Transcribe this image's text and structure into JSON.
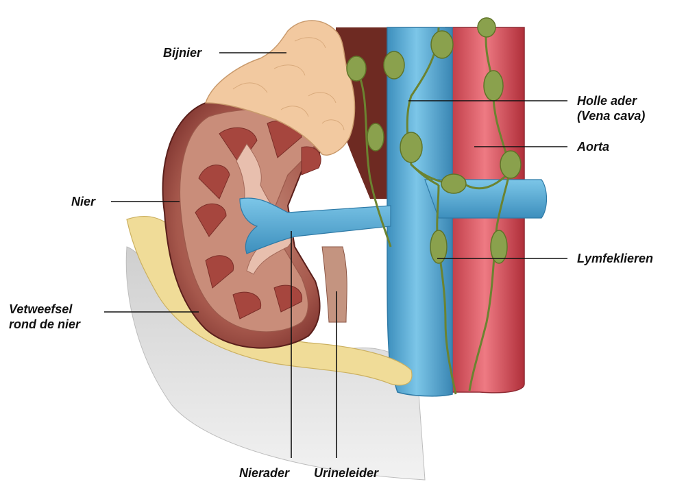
{
  "labels": {
    "bijnier": "Bijnier",
    "holle_ader_1": "Holle ader",
    "holle_ader_2": "(Vena cava)",
    "aorta": "Aorta",
    "nier": "Nier",
    "lymfeklieren": "Lymfeklieren",
    "vetweefsel_1": "Vetweefsel",
    "vetweefsel_2": "rond de nier",
    "nierader": "Nierader",
    "urineleider": "Urineleider"
  },
  "colors": {
    "vena_cava": "#5aaed6",
    "aorta": "#d9535f",
    "kidney": "#8a3b36",
    "adrenal": "#f2c9a0",
    "fat": "#f0dc98",
    "lymph": "#8aa14d",
    "background_tissue": "#e2e2e2",
    "leader_line": "#111111"
  }
}
